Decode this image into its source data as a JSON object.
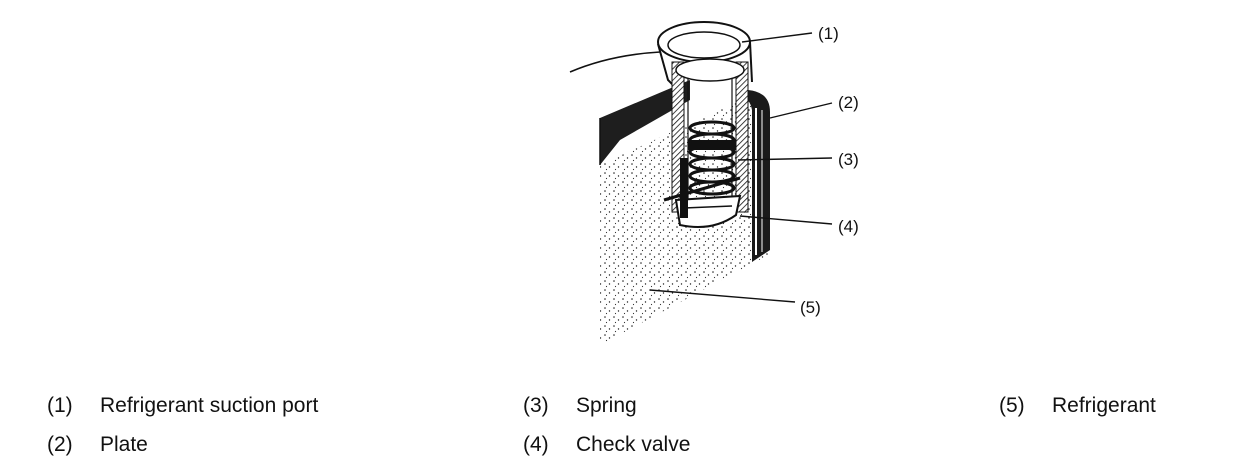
{
  "figure": {
    "callouts": [
      {
        "id": "c1",
        "number": "(1)"
      },
      {
        "id": "c2",
        "number": "(2)"
      },
      {
        "id": "c3",
        "number": "(3)"
      },
      {
        "id": "c4",
        "number": "(4)"
      },
      {
        "id": "c5",
        "number": "(5)"
      }
    ]
  },
  "legend": [
    {
      "number": "(1)",
      "label": "Refrigerant suction port"
    },
    {
      "number": "(2)",
      "label": "Plate"
    },
    {
      "number": "(3)",
      "label": "Spring"
    },
    {
      "number": "(4)",
      "label": "Check valve"
    },
    {
      "number": "(5)",
      "label": "Refrigerant"
    }
  ]
}
